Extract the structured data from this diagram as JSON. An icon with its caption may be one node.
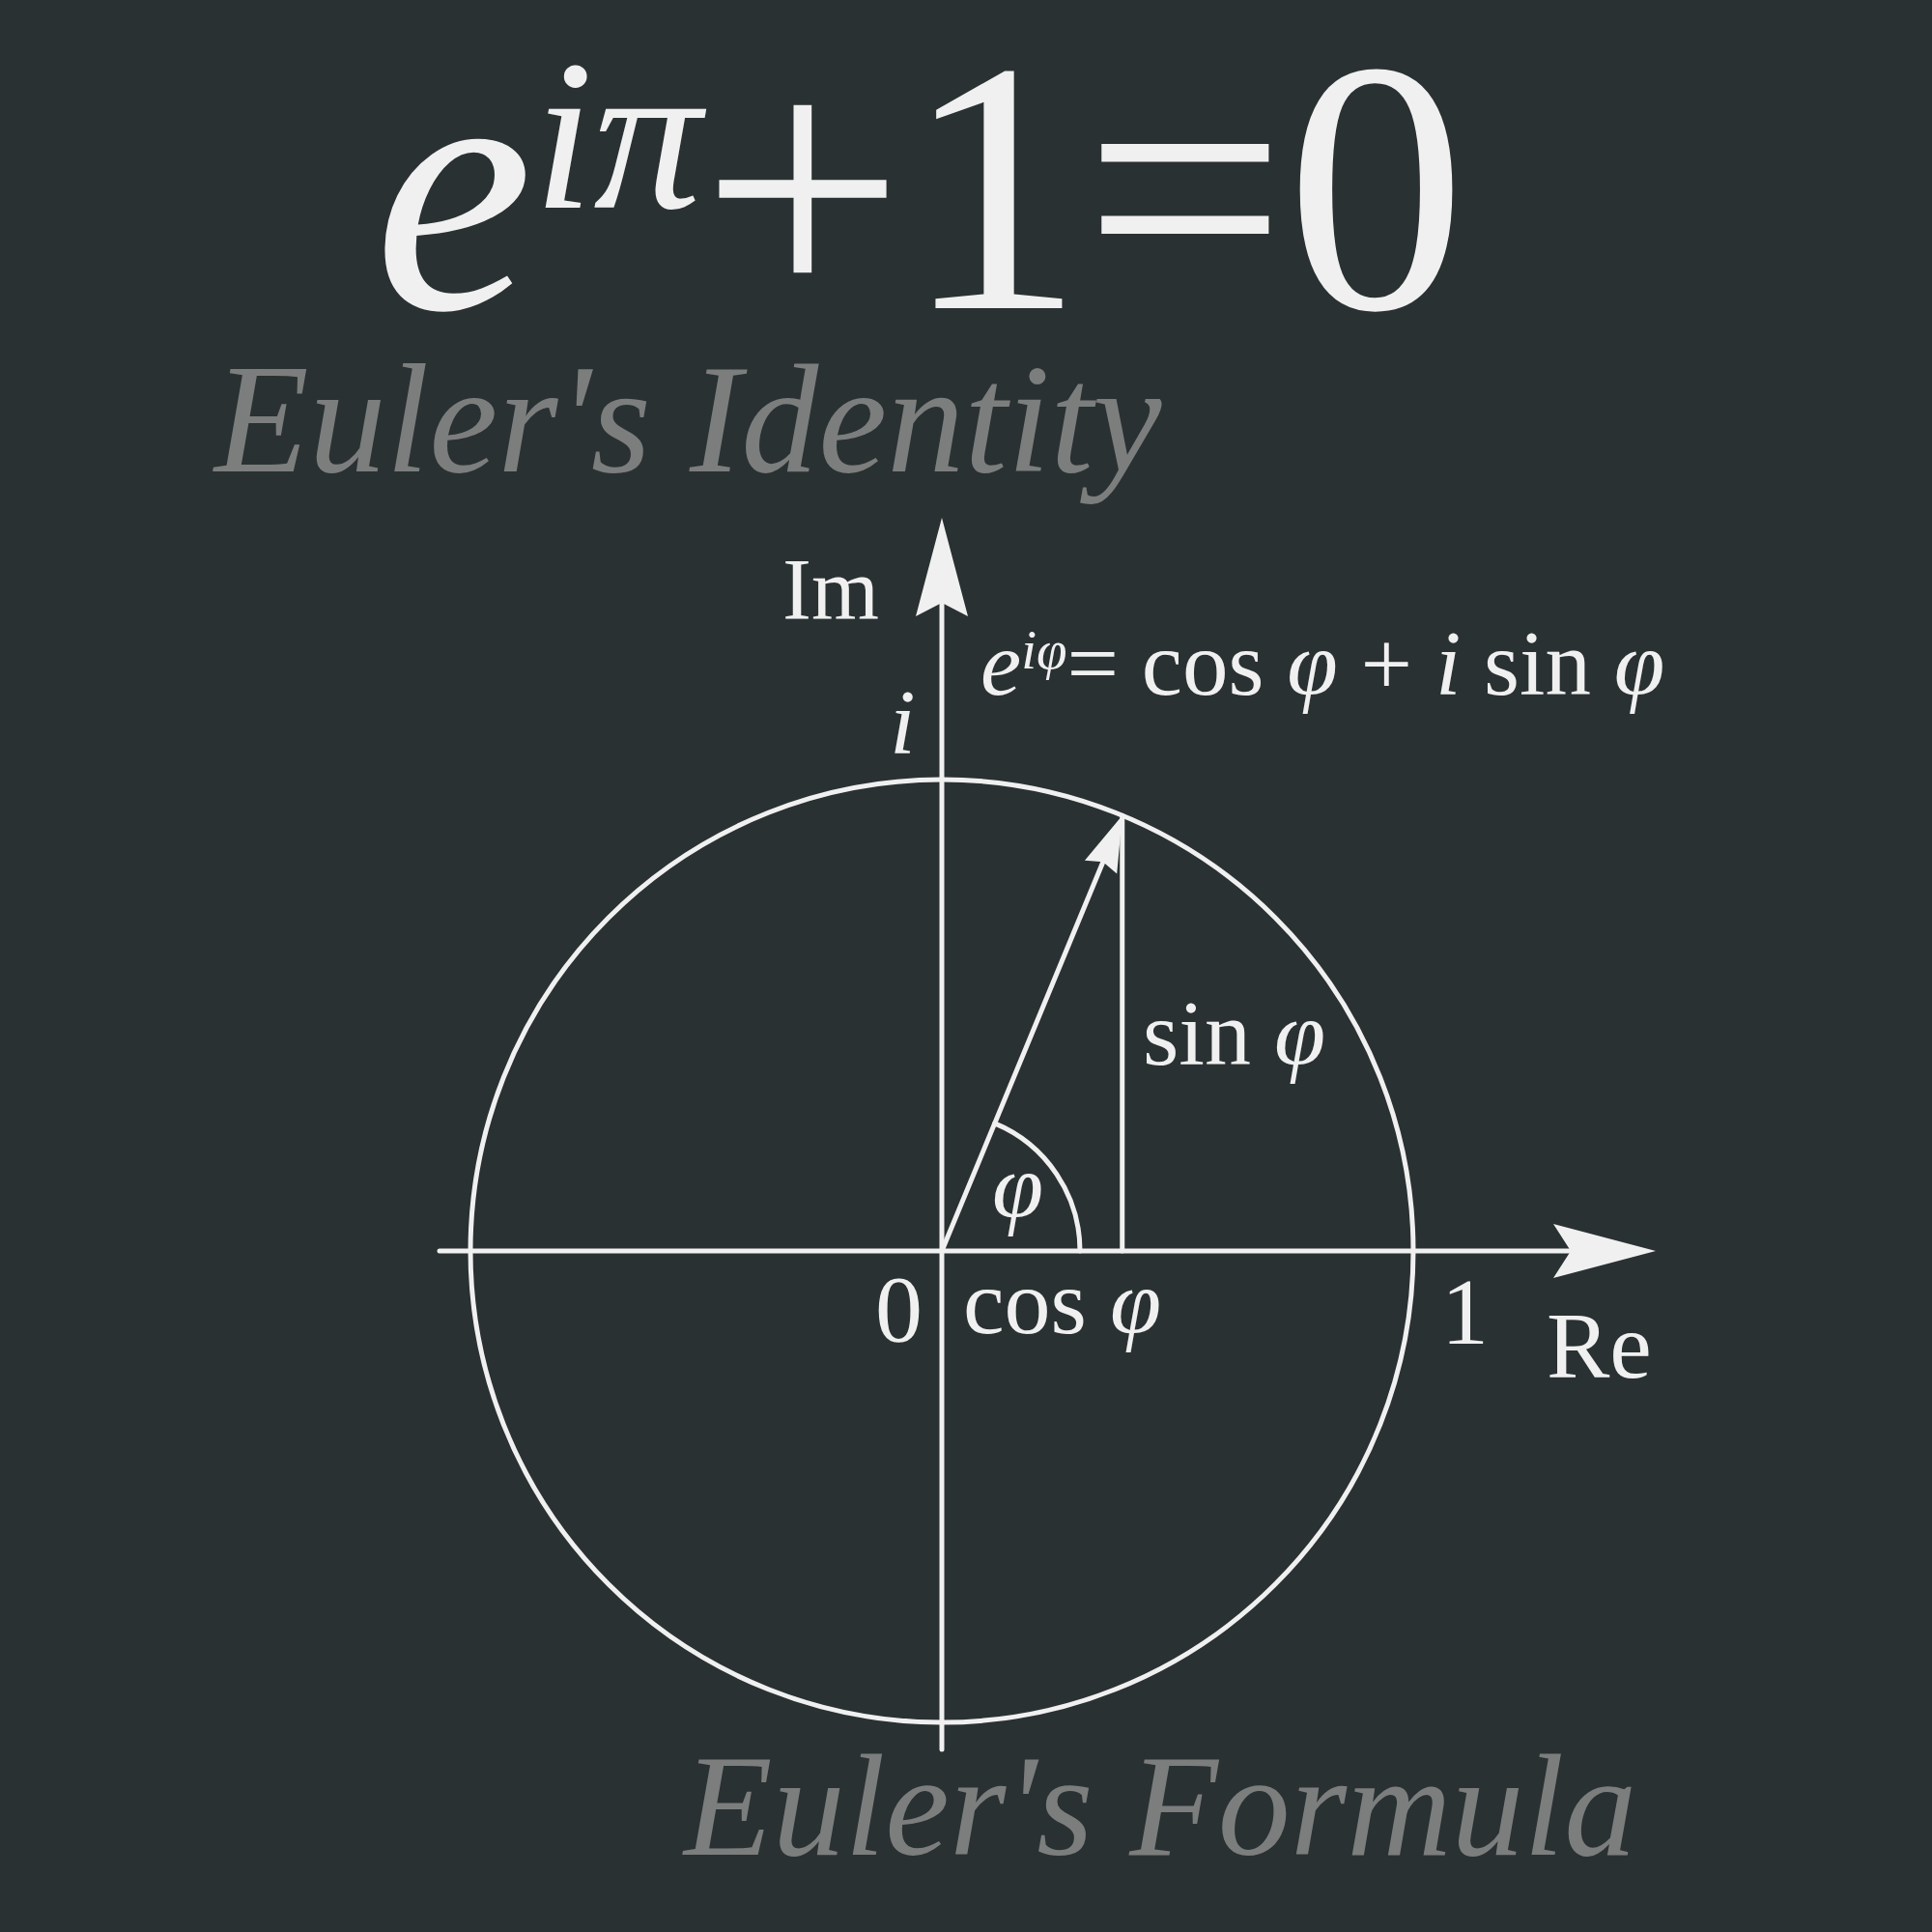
{
  "diagram": {
    "title": "*e*$^{iπ}$+1=0",
    "caption": "Euler's Formula",
    "labels": [
      "Euler's Identity",
      "Im",
      "*e*$^{iφ}$= cos *φ* + *i* sin *φ*",
      "i",
      "sin *φ*",
      "φ",
      "0",
      "cos *φ*",
      "1",
      "Re"
    ]
  }
}
